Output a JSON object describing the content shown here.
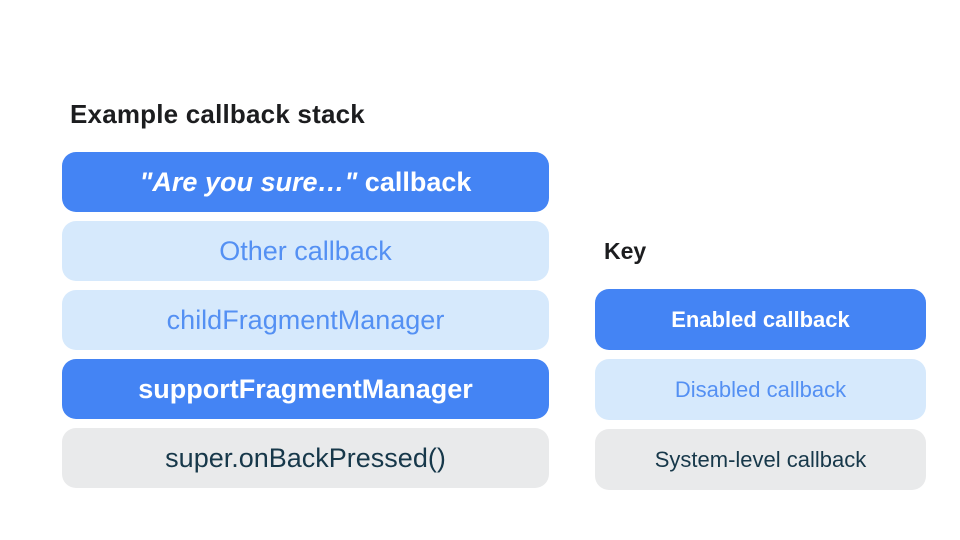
{
  "colors": {
    "enabled_bg": "#4484f4",
    "enabled_text": "#ffffff",
    "disabled_bg": "#d6e9fc",
    "disabled_text": "#5490f3",
    "system_bg": "#e9eaeb",
    "system_text": "#17384a",
    "heading_text": "#1c1d1f",
    "page_bg": "#ffffff"
  },
  "diagram": {
    "title": "Example callback stack",
    "stack": [
      {
        "label_italic": "\"Are you sure…\"",
        "label_rest": " callback",
        "type": "enabled"
      },
      {
        "label": "Other callback",
        "type": "disabled"
      },
      {
        "label": "childFragmentManager",
        "type": "disabled"
      },
      {
        "label": "supportFragmentManager",
        "type": "enabled"
      },
      {
        "label": "super.onBackPressed()",
        "type": "system"
      }
    ]
  },
  "key": {
    "title": "Key",
    "items": [
      {
        "label": "Enabled callback",
        "type": "enabled"
      },
      {
        "label": "Disabled callback",
        "type": "disabled"
      },
      {
        "label": "System-level callback",
        "type": "system"
      }
    ]
  }
}
